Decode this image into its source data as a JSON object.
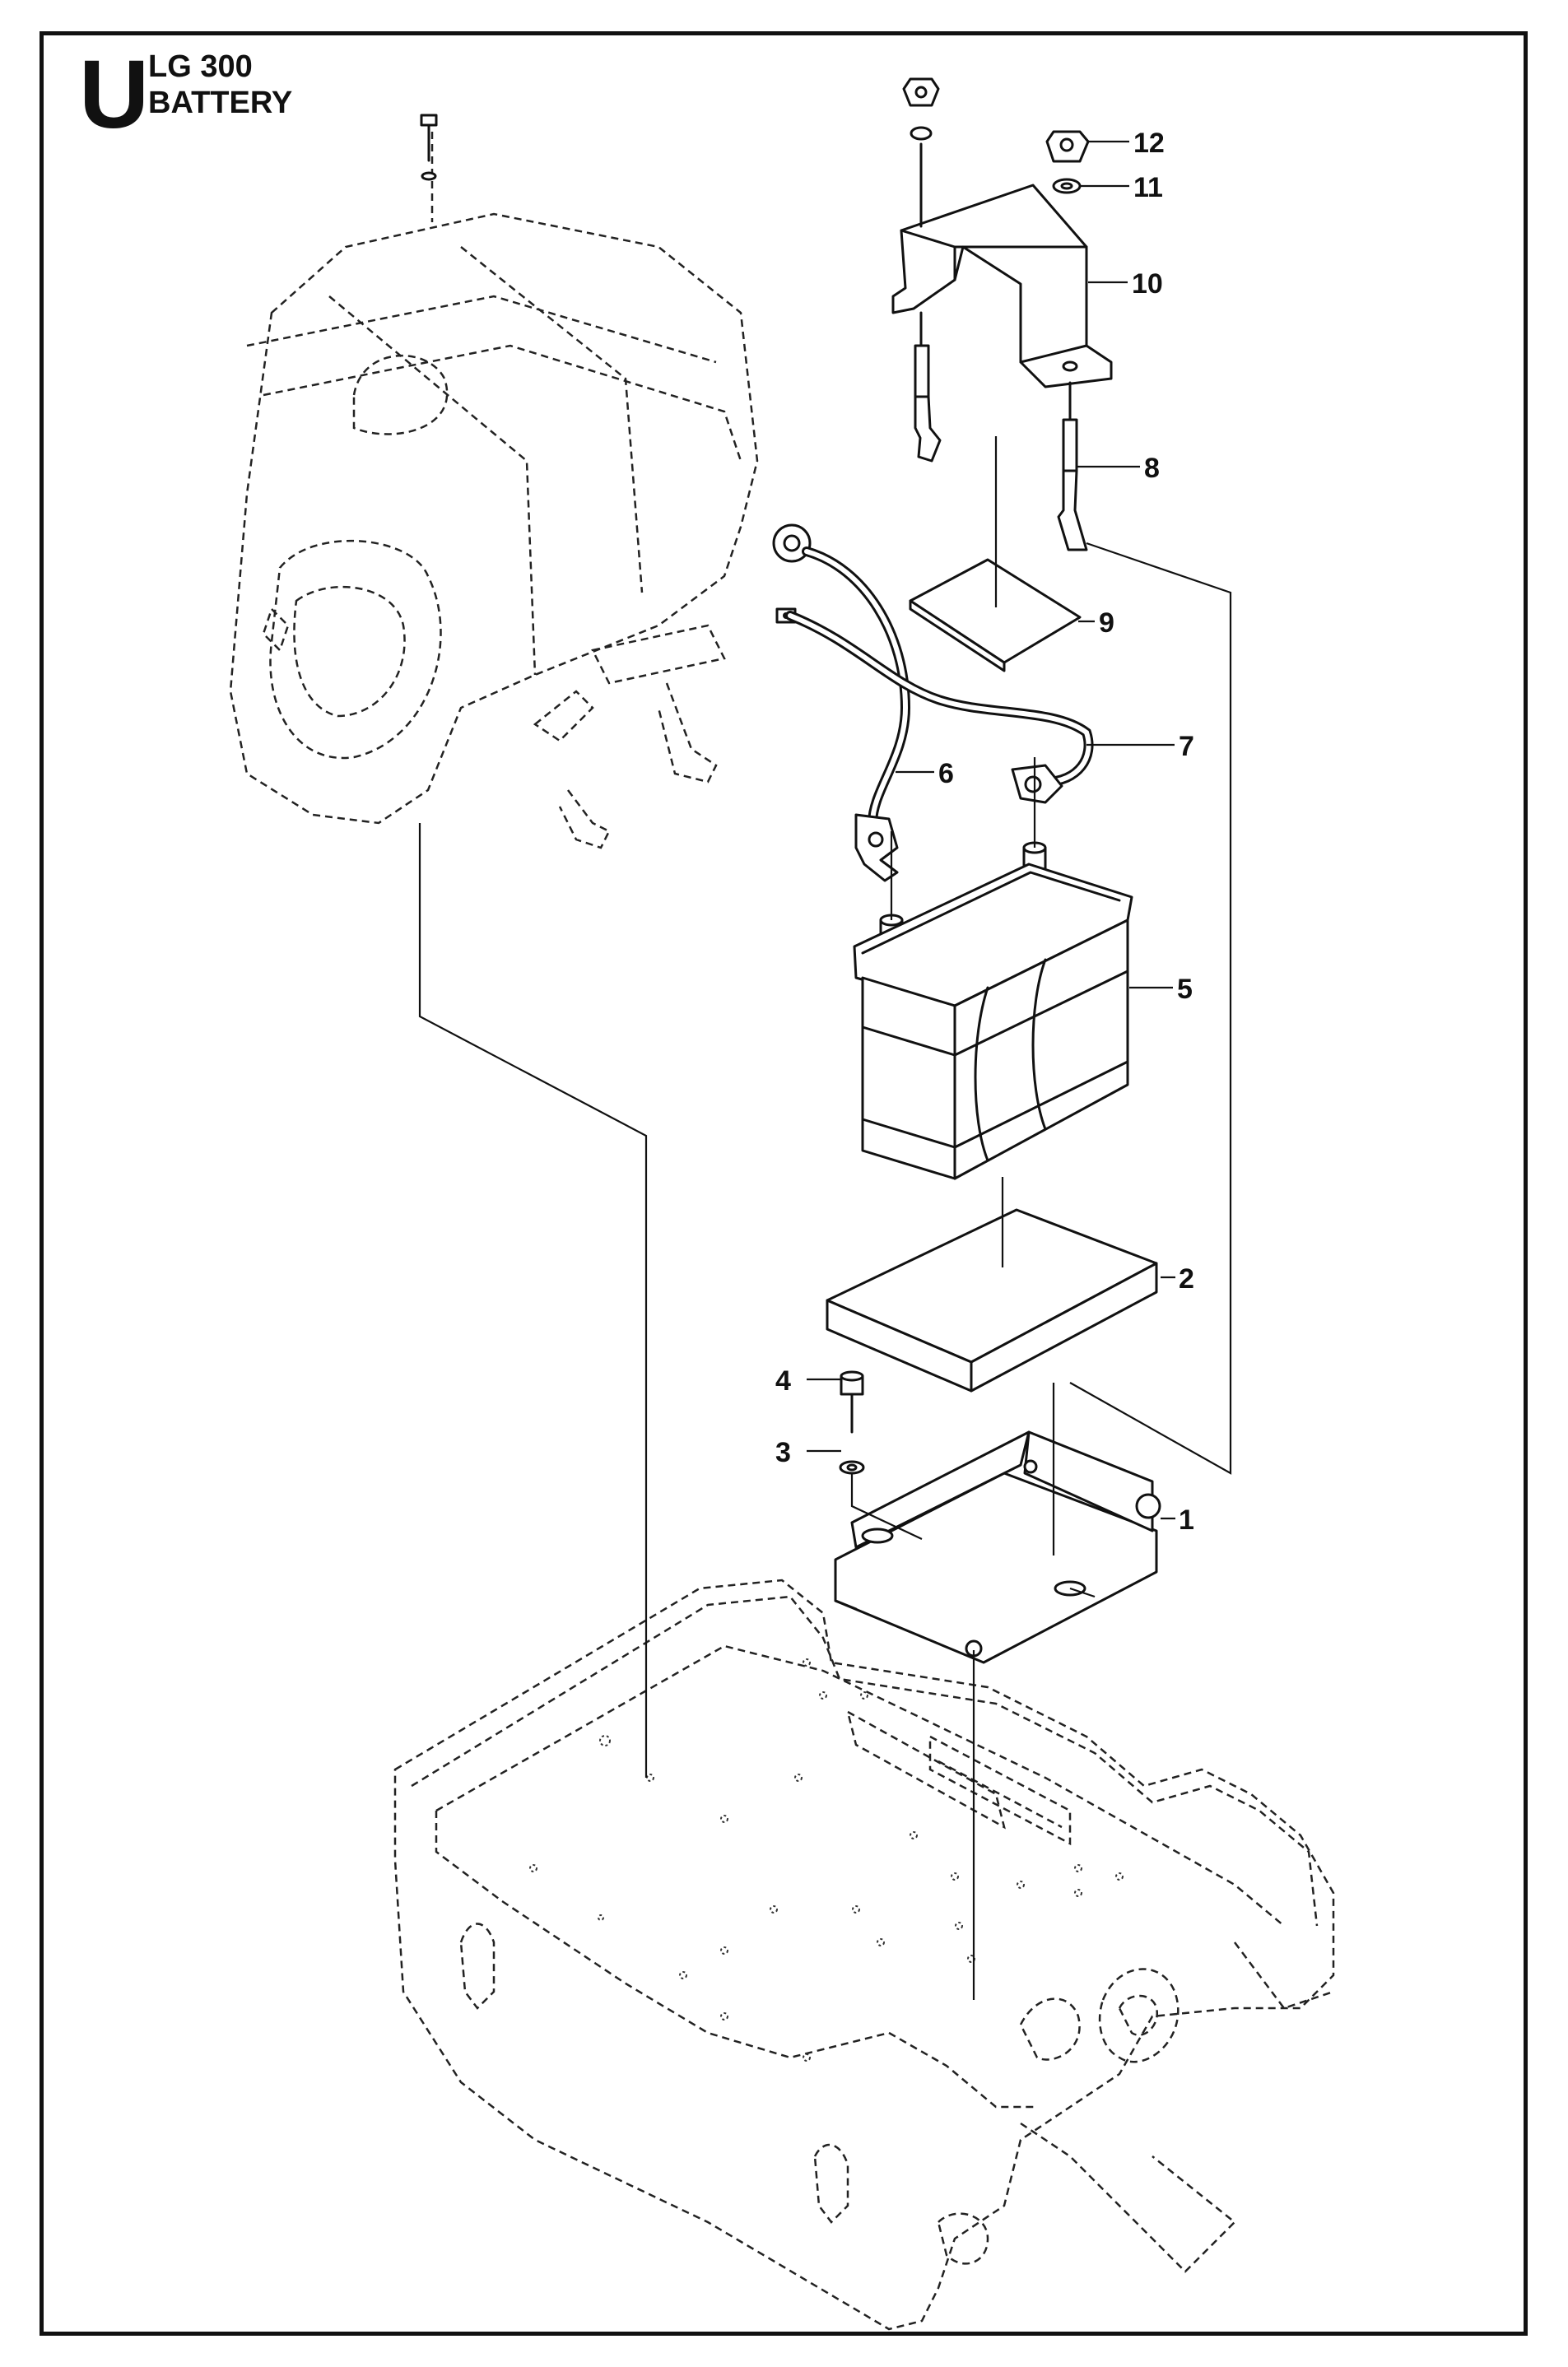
{
  "header": {
    "section_letter": "U",
    "model": "LG 300",
    "section_title": "BATTERY"
  },
  "callouts": [
    {
      "id": "1",
      "label": "1"
    },
    {
      "id": "2",
      "label": "2"
    },
    {
      "id": "3",
      "label": "3"
    },
    {
      "id": "4",
      "label": "4"
    },
    {
      "id": "5",
      "label": "5"
    },
    {
      "id": "6",
      "label": "6"
    },
    {
      "id": "7",
      "label": "7"
    },
    {
      "id": "8",
      "label": "8"
    },
    {
      "id": "9",
      "label": "9"
    },
    {
      "id": "10",
      "label": "10"
    },
    {
      "id": "11",
      "label": "11"
    },
    {
      "id": "12",
      "label": "12"
    }
  ],
  "colors": {
    "ink": "#111111",
    "background": "#ffffff"
  }
}
